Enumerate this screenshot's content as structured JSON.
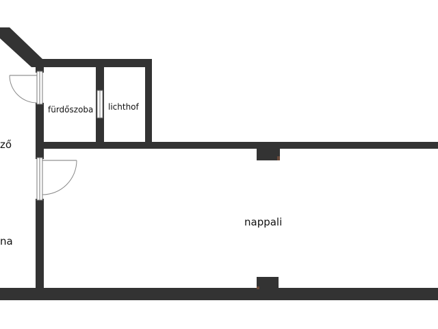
{
  "rooms": {
    "bathroom": "fürdőszoba",
    "lightwell": "lichthof",
    "living_room": "nappali",
    "left_label_partial_1": "ző",
    "left_label_partial_2": "na"
  },
  "colors": {
    "wall": "#333333",
    "accent": "#6b4a3a",
    "background": "#ffffff"
  }
}
